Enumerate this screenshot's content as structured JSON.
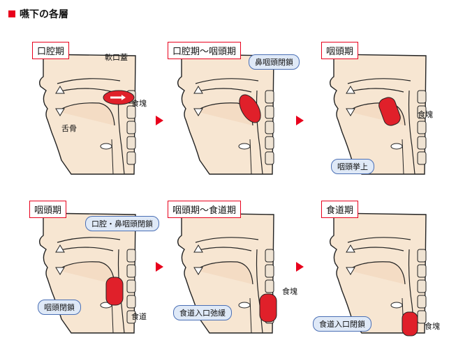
{
  "page": {
    "title": "嚥下の各層",
    "accent": "#e8001c",
    "callout_fill": "#dfe9f7",
    "callout_border": "#4a6fb5",
    "tissue_fill": "#f7e6d2",
    "bolus_fill": "#e0202a"
  },
  "panels": [
    {
      "stage": "口腔期",
      "labels": [
        "軟口蓋",
        "食塊",
        "舌骨"
      ]
    },
    {
      "stage": "口腔期〜咽頭期",
      "labels": [
        "鼻咽頭閉鎖"
      ]
    },
    {
      "stage": "咽頭期",
      "labels": [
        "食塊",
        "咽頭挙上"
      ]
    },
    {
      "stage": "咽頭期",
      "labels": [
        "口腔・鼻咽頭閉鎖",
        "咽頭閉鎖",
        "食道"
      ]
    },
    {
      "stage": "咽頭期〜食道期",
      "labels": [
        "食塊",
        "食道入口弛緩"
      ]
    },
    {
      "stage": "食道期",
      "labels": [
        "食道入口閉鎖",
        "食塊"
      ]
    }
  ],
  "icons": {
    "next_stage": "red-triangle-arrow-icon"
  }
}
